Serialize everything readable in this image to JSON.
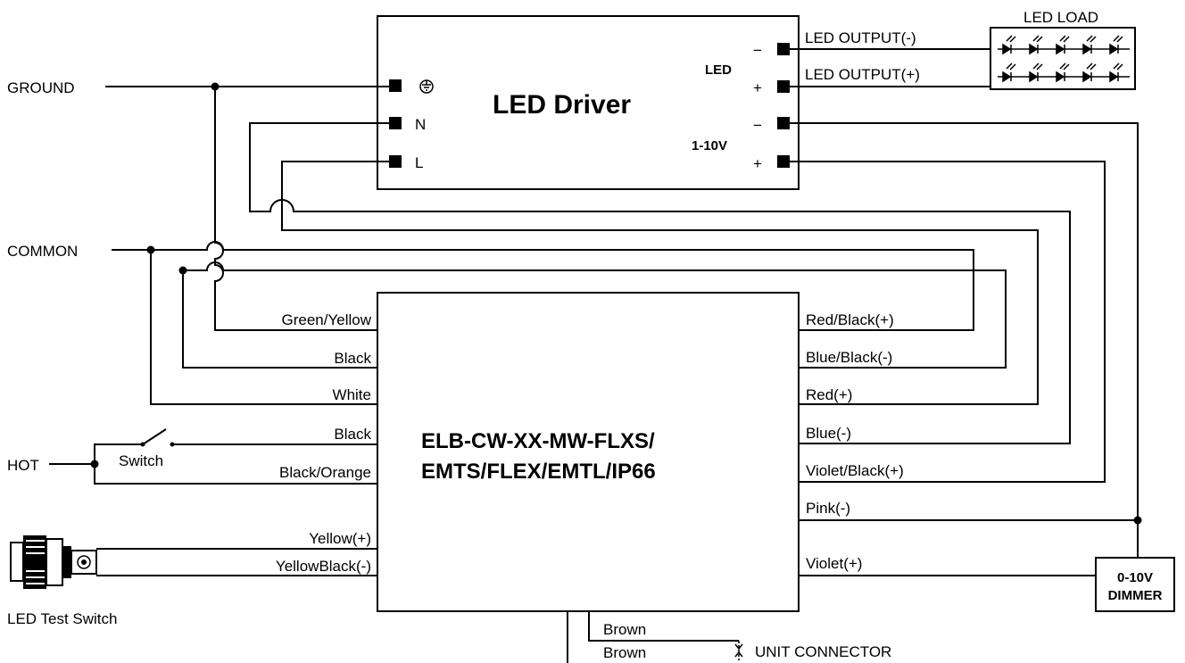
{
  "driver": {
    "title": "LED Driver",
    "led_label": "LED",
    "dim_label": "1-10V",
    "terminal_n": "N",
    "terminal_l": "L",
    "ground_symbol": "ground-icon"
  },
  "supply": {
    "ground": "GROUND",
    "common": "COMMON",
    "hot": "HOT",
    "switch": "Switch"
  },
  "outputs": {
    "led_out_neg": "LED OUTPUT(-)",
    "led_out_pos": "LED OUTPUT(+)",
    "load_title": "LED LOAD"
  },
  "module": {
    "title_line1": "ELB-CW-XX-MW-FLXS/",
    "title_line2": "EMTS/FLEX/EMTL/IP66",
    "left_wires": [
      "Green/Yellow",
      "Black",
      "White",
      "Black",
      "Black/Orange",
      "Yellow(+)",
      "YellowBlack(-)"
    ],
    "right_wires": [
      "Red/Black(+)",
      "Blue/Black(-)",
      "Red(+)",
      "Blue(-)",
      "Violet/Black(+)",
      "Pink(-)",
      "Violet(+)"
    ],
    "bottom_wires": [
      "Brown",
      "Brown"
    ]
  },
  "test_switch": "LED Test Switch",
  "dimmer": {
    "line1": "0-10V",
    "line2": "DIMMER"
  },
  "unit_connector": "UNIT CONNECTOR",
  "sign_minus": "−",
  "sign_plus": "+"
}
